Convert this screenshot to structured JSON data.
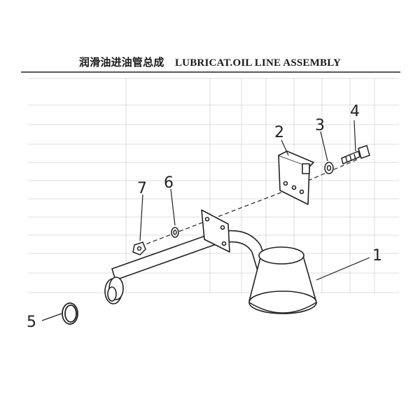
{
  "title": {
    "cn": "润滑油进油管总成",
    "en": "LUBRICAT.OIL LINE ASSEMBLY"
  },
  "callouts": [
    {
      "id": "1",
      "label": "1"
    },
    {
      "id": "2",
      "label": "2"
    },
    {
      "id": "3",
      "label": "3"
    },
    {
      "id": "4",
      "label": "4"
    },
    {
      "id": "5",
      "label": "5"
    },
    {
      "id": "6",
      "label": "6"
    },
    {
      "id": "7",
      "label": "7"
    }
  ],
  "colors": {
    "ink": "#222222",
    "faint": "#d6d6d6"
  }
}
